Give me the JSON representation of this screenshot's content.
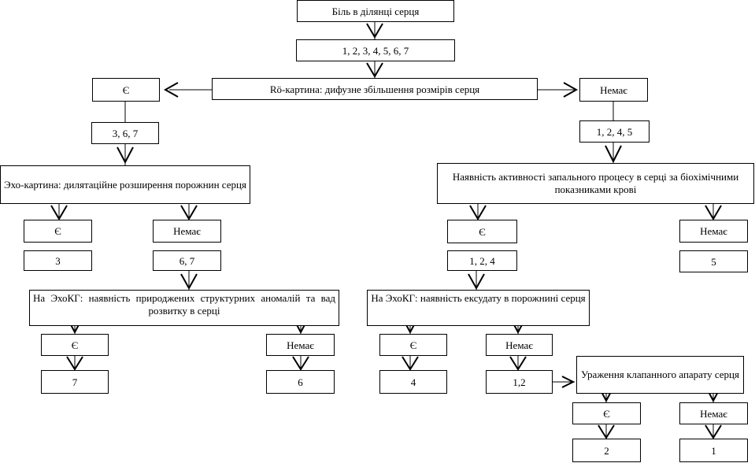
{
  "nodes": {
    "root": "Біль в ділянці серця",
    "list_all": "1, 2, 3, 4, 5, 6, 7",
    "ro": "Rö-картина: дифузне збільшення розмірів серця",
    "ro_yes": "Є",
    "ro_no": "Немає",
    "left_list": "3, 6, 7",
    "right_list": "1, 2, 4, 5",
    "echo": "Эхо-картина: дилятаційне розширення порожнин серця",
    "infl": "Наявність активності запального процесу в серці за біохімічними показниками крові",
    "echo_yes": "Є",
    "echo_no": "Немає",
    "infl_yes": "Є",
    "infl_no": "Немає",
    "echo_yes_val": "3",
    "echo_no_val": "6, 7",
    "infl_yes_val": "1, 2, 4",
    "infl_no_val": "5",
    "anom": "На ЭхоКГ: наявність природжених структурних аномалій та вад розвитку в серці",
    "exud": "На ЭхоКГ: наявність ексудату в порожнині серця",
    "anom_yes": "Є",
    "anom_no": "Немає",
    "exud_yes": "Є",
    "exud_no": "Немає",
    "anom_yes_val": "7",
    "anom_no_val": "6",
    "exud_yes_val": "4",
    "exud_no_val": "1,2",
    "valve": "Ураження клапанного апарату серця",
    "valve_yes": "Є",
    "valve_no": "Немає",
    "valve_yes_val": "2",
    "valve_no_val": "1"
  }
}
